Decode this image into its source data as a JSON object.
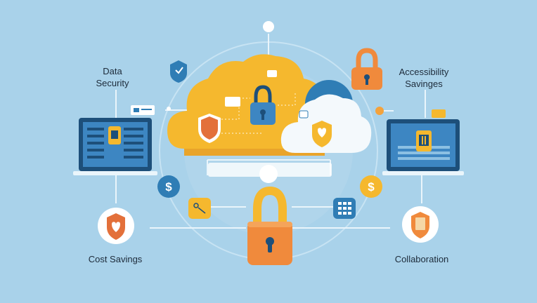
{
  "labels": {
    "data_security": "Data\nSecurity",
    "accessibility": "Accessibility\nSavinges",
    "cost_savings": "Cost Savings",
    "collaboration": "Collaboration"
  },
  "icons": {
    "currency_symbol": "$"
  },
  "colors": {
    "background": "#a9d2ea",
    "cloud_yellow": "#f5b82e",
    "lock_orange": "#f08a3c",
    "accent_blue": "#2f7db5",
    "dark_navy": "#1d4f7a"
  }
}
